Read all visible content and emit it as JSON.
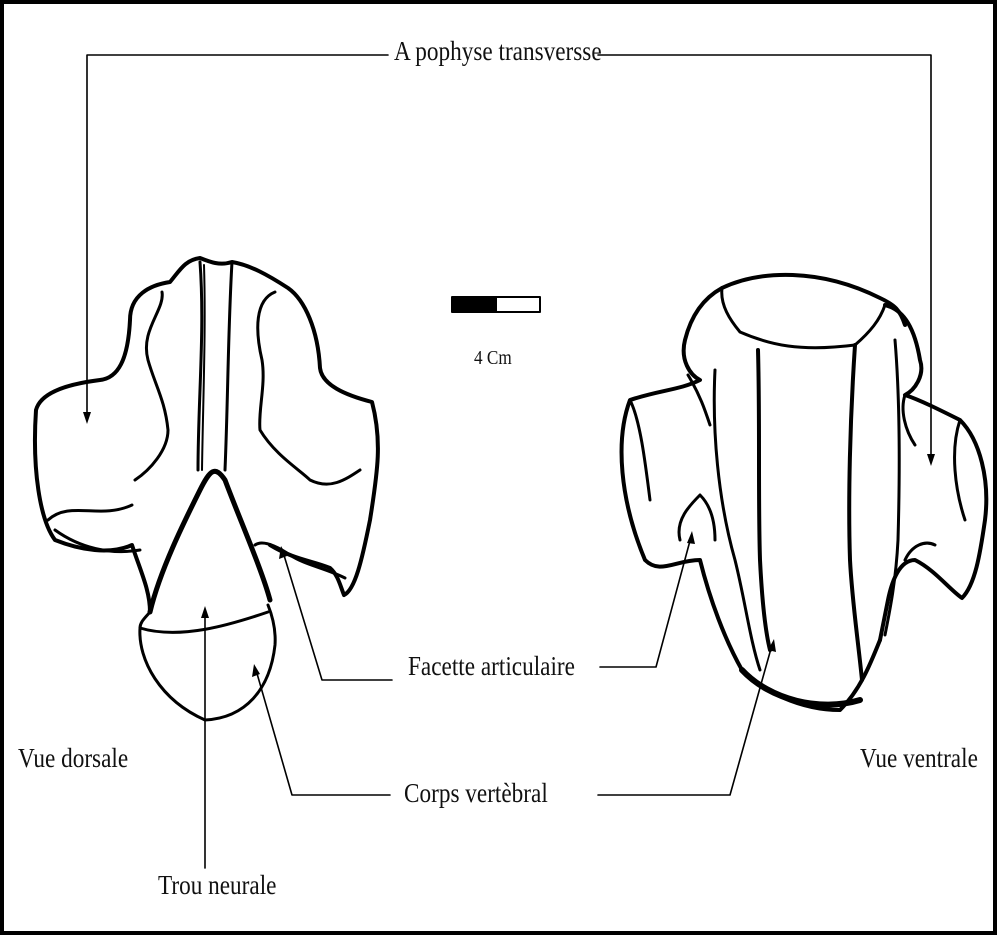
{
  "labels": {
    "apophyse": "A pophyse  transversse",
    "facette": "Facette articulaire",
    "corps": "Corps vertèbral",
    "trou": "Trou neurale",
    "vue_dorsale": "Vue dorsale",
    "vue_ventrale": "Vue ventrale"
  },
  "scale_bar": {
    "label": "4 Cm"
  }
}
